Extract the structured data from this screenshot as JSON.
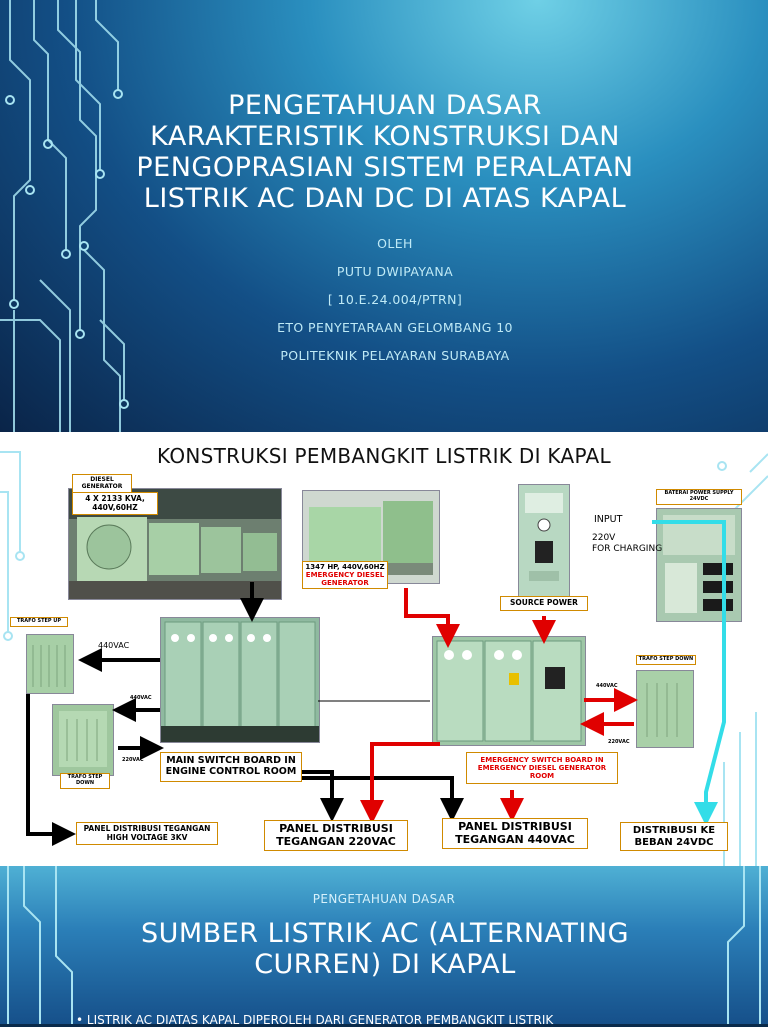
{
  "slide1": {
    "title": "PENGETAHUAN DASAR KARAKTERISTIK KONSTRUKSI DAN PENGOPRASIAN SISTEM PERALATAN LISTRIK AC DAN DC DI ATAS KAPAL",
    "lines": [
      "OLEH",
      "PUTU DWIPAYANA",
      "[ 10.E.24.004/PTRN]",
      "ETO PENYETARAAN GELOMBANG 10",
      "POLITEKNIK PELAYARAN SURABAYA"
    ]
  },
  "slide2": {
    "title": "KONSTRUKSI PEMBANGKIT LISTRIK DI KAPAL",
    "diesel_generator": "DIESEL GENERATOR",
    "diesel_rating": "4 X 2133 KVA, 440V,60HZ",
    "emergency_rating": "1347 HP, 440V,60HZ",
    "emergency_generator": "EMERGENCY DIESEL GENERATOR",
    "source_power": "SOURCE POWER",
    "battery_supply": "BATERAI POWER SUPPLY 24VDC",
    "input": "INPUT",
    "charging_line1": "220V",
    "charging_line2": "FOR CHARGING",
    "trafo_step_up": "TRAFO STEP UP",
    "trafo_step_down_left": "TRAFO STEP DOWN",
    "trafo_step_down_right": "TRAFO STEP DOWN",
    "v440_left": "440VAC",
    "v440_small": "440VAC",
    "v220_small": "220VAC",
    "v440_right": "440VAC",
    "v220_right": "220VAC",
    "main_switch_board": "MAIN SWITCH BOARD IN ENGINE CONTROL ROOM",
    "emergency_switch_board": "EMERGENCY SWITCH BOARD IN EMERGENCY DIESEL GENERATOR ROOM",
    "panel_high_voltage": "PANEL DISTRIBUSI TEGANGAN HIGH VOLTAGE 3KV",
    "panel_220": "PANEL DISTRIBUSI TEGANGAN 220VAC",
    "panel_440": "PANEL DISTRIBUSI TEGANGAN 440VAC",
    "distribusi_24v": "DISTRIBUSI KE BEBAN 24VDC"
  },
  "slide3": {
    "subtitle": "PENGETAHUAN DASAR",
    "title": "SUMBER LISTRIK AC (ALTERNATING CURREN) DI KAPAL",
    "bullet": "LISTRIK AC DIATAS KAPAL DIPEROLEH DARI GENERATOR PEMBANGKIT LISTRIK"
  },
  "colors": {
    "arrow_red": "#e00000",
    "arrow_cyan": "#33dde8",
    "label_border": "#d08a00",
    "circuit": "#a8e4f2"
  }
}
